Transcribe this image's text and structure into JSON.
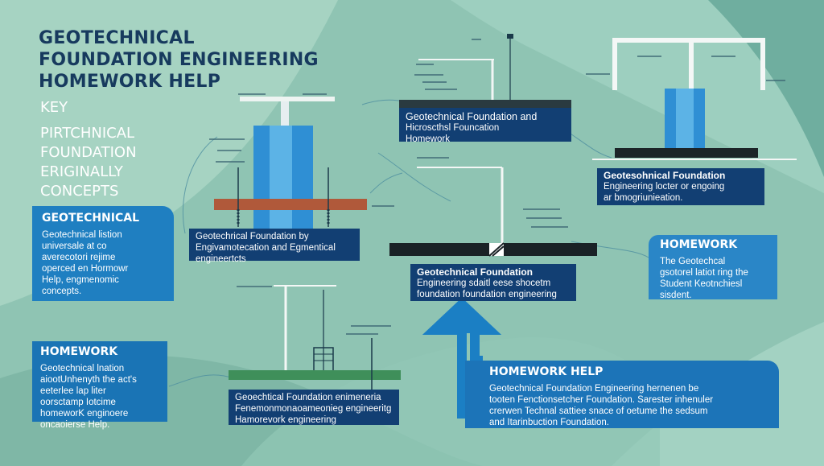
{
  "title": {
    "line1": "GEOTECHNICAL",
    "line2": "FOUNDATION ENGINEERING",
    "line3": "HOMEWORK HELP"
  },
  "key_concepts": [
    "KEY",
    "PIRTCHNICAL",
    "FOUNDATION",
    "ERIGINALLY",
    "CONCEPTS"
  ],
  "cards": {
    "geotechnical": {
      "heading": "GEOTECHNICAL",
      "lines": [
        "Geotechnical listion",
        "universale at co",
        "averecotori rejime",
        "operced en Hormowr",
        "Help, engmenomic",
        "concepts."
      ]
    },
    "homework": {
      "heading": "HOMEWORK",
      "lines": [
        "Geotechnical lnation",
        "aiootUnhenyth the act's",
        "eeterlee lap liter",
        "oorsctamp Iotcime",
        "homeworK enginoere",
        "oncaoierse Help."
      ]
    },
    "homework_right": {
      "heading": "HOMEWORK",
      "lines": [
        "The Geotechcal",
        "gsotorel latiot ring the",
        "Student Keotnchiesl",
        "sisdent."
      ]
    },
    "homework_help": {
      "heading": "HOMEWORK HELP",
      "lines": [
        "Geotechnical Foundation Engineering hernenen be",
        "tooten Fenctionsetcher Foundation. Sarester inhenuler",
        "crerwen Technal sattiee snace of oetume the sedsum",
        "and Itarinbuction Foundation."
      ]
    }
  },
  "diagram_labels": {
    "top_center": [
      "Geotechnical Foundation and",
      "Hicroscthsl Founcation",
      "Homework"
    ],
    "left_mid": [
      "Geotechrical Foundation by",
      "Engivamotecation and Egmentical",
      "engineertcts"
    ],
    "right_top": [
      "Geotesohnical Foundation",
      "Engineering locter or engoing",
      "ar bmogriunieation."
    ],
    "center_mid": [
      "Geotechnical Foundation",
      "Engineering sdaitl eese shocetm",
      "foundation foundation engineering"
    ],
    "bottom_mid": [
      "Geoechtical Foundation enimeneria",
      "Fenemonmonaoameonieg engineeritg",
      "Hamorevork engineering"
    ]
  },
  "colors": {
    "background": "#8fc4b3",
    "title": "#173a5e",
    "card_blue": "#1f7fc1",
    "label_navy": "#123f73",
    "pile_blue": "#2f8fd4",
    "soil_brown": "#b0593a",
    "grass_green": "#3f8f5a"
  }
}
